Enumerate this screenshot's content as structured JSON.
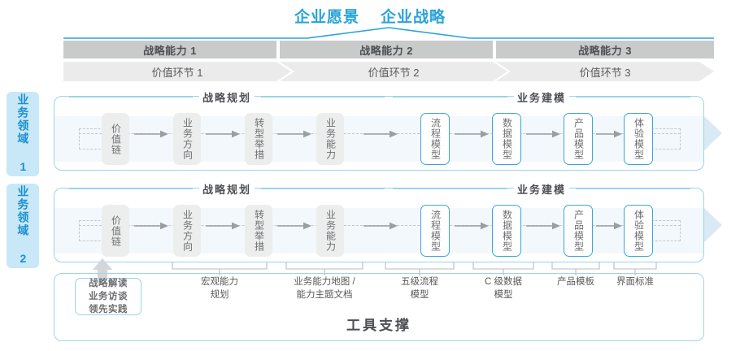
{
  "titles": {
    "vision": "企业愿景",
    "strategy": "企业战略"
  },
  "capability_bars": [
    {
      "label": "战略能力 1"
    },
    {
      "label": "战略能力 2"
    },
    {
      "label": "战略能力 3"
    }
  ],
  "value_chain_bars": [
    {
      "label": "价值环节 1"
    },
    {
      "label": "价值环节 2"
    },
    {
      "label": "价值环节 3"
    }
  ],
  "domains": [
    {
      "side_label": "业务领域 1",
      "sections": [
        {
          "title": "战略规划"
        },
        {
          "title": "业务建模"
        }
      ],
      "nodes": [
        {
          "label": "价值链",
          "style": "gray"
        },
        {
          "label": "业务方向",
          "style": "gray"
        },
        {
          "label": "转型举措",
          "style": "gray"
        },
        {
          "label": "业务能力",
          "style": "gray"
        },
        {
          "label": "流程模型",
          "style": "blue"
        },
        {
          "label": "数据模型",
          "style": "blue"
        },
        {
          "label": "产品模型",
          "style": "blue"
        },
        {
          "label": "体验模型",
          "style": "blue"
        }
      ]
    },
    {
      "side_label": "业务领域 2",
      "sections": [
        {
          "title": "战略规划"
        },
        {
          "title": "业务建模"
        }
      ],
      "nodes": [
        {
          "label": "价值链",
          "style": "gray"
        },
        {
          "label": "业务方向",
          "style": "gray"
        },
        {
          "label": "转型举措",
          "style": "gray"
        },
        {
          "label": "业务能力",
          "style": "gray"
        },
        {
          "label": "流程模型",
          "style": "blue"
        },
        {
          "label": "数据模型",
          "style": "blue"
        },
        {
          "label": "产品模型",
          "style": "blue"
        },
        {
          "label": "体验模型",
          "style": "blue"
        }
      ]
    }
  ],
  "strategy_box": {
    "line1": "战略解读",
    "line2": "业务访谈",
    "line3": "领先实践"
  },
  "bottom_labels": [
    {
      "line1": "宏观能力",
      "line2": "规划"
    },
    {
      "line1": "业务能力地图 /",
      "line2": "能力主题文档"
    },
    {
      "line1": "五级流程",
      "line2": "模型"
    },
    {
      "line1": "C 级数据",
      "line2": "模型"
    },
    {
      "line1": "产品模板",
      "line2": ""
    },
    {
      "line1": "界面标准",
      "line2": ""
    }
  ],
  "tool_support": {
    "title": "工具支撑"
  },
  "colors": {
    "accent_blue": "#29a3dc",
    "border_blue": "#9bd3ec",
    "node_blue": "#3aa6db",
    "side_label_bg": "#c8e8f7",
    "bar_dark_gray": "#c9cbcb",
    "bar_light_gray": "#ebebeb",
    "band_blue": "#f2f8fc",
    "text_gray": "#58595b",
    "big_arrow": "#d9eaf5"
  }
}
